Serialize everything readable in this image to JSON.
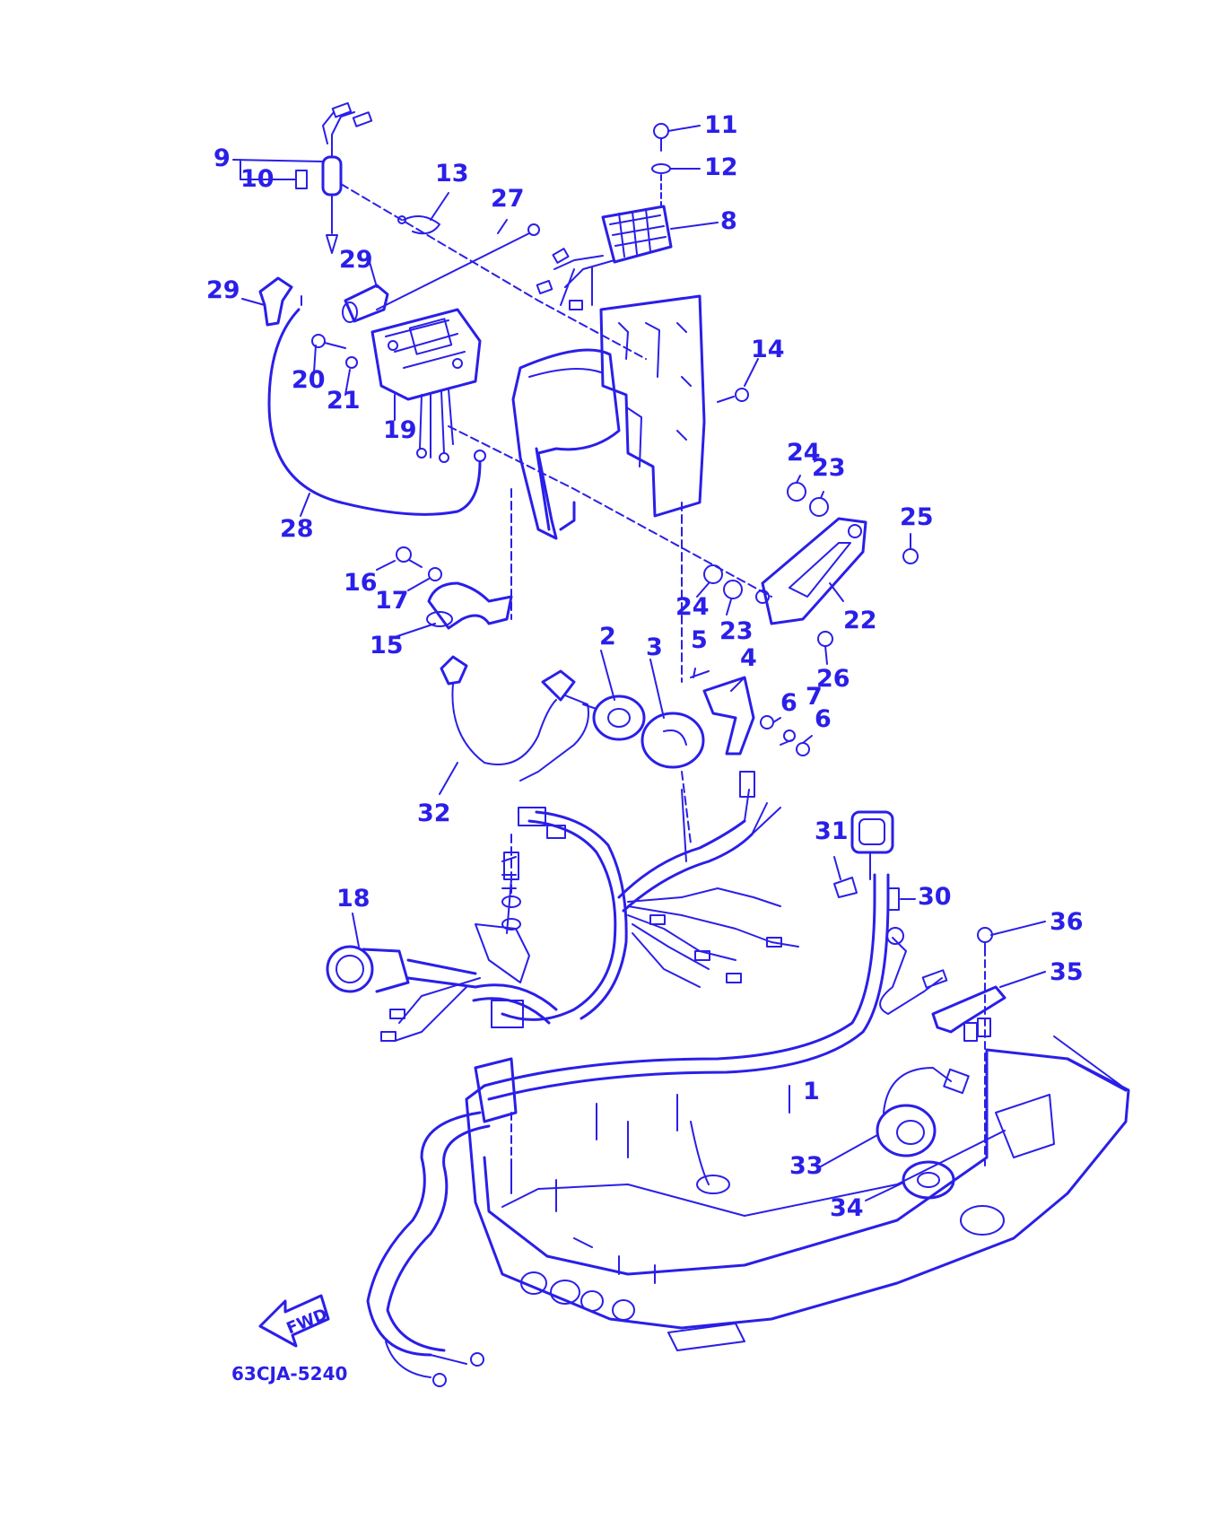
{
  "diagram": {
    "callouts": [
      "1",
      "2",
      "3",
      "4",
      "5",
      "6",
      "6",
      "7",
      "8",
      "9",
      "10",
      "11",
      "12",
      "13",
      "14",
      "15",
      "16",
      "17",
      "18",
      "19",
      "20",
      "21",
      "22",
      "23",
      "23",
      "24",
      "24",
      "25",
      "26",
      "27",
      "28",
      "29",
      "29",
      "30",
      "31",
      "32",
      "33",
      "34",
      "35",
      "36"
    ],
    "diagram_code": "63CJA-5240",
    "direction_arrow": "FWD"
  },
  "colors": {
    "ink": "#2a1fe8",
    "background": "#ffffff"
  },
  "icons": {
    "direction": "arrow-left-icon"
  }
}
